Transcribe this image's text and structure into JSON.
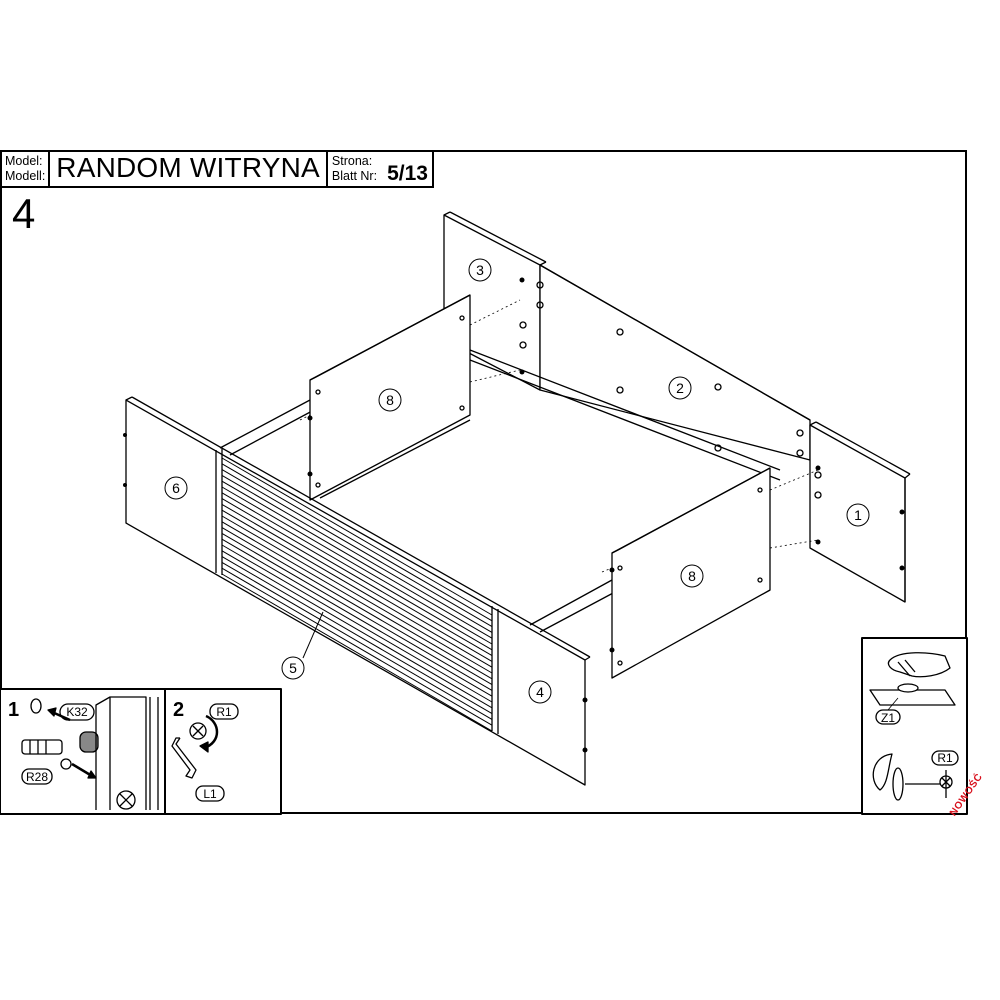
{
  "header": {
    "model_label_1": "Model:",
    "model_label_2": "Modell:",
    "model_name": "RANDOM WITRYNA",
    "page_label_1": "Strona:",
    "page_label_2": "Blatt Nr:",
    "page_number": "5/13"
  },
  "step_number": "4",
  "parts": {
    "p1": "1",
    "p2": "2",
    "p3": "3",
    "p4": "4",
    "p5": "5",
    "p6": "6",
    "p8a": "8",
    "p8b": "8"
  },
  "inset_left": {
    "step1": "1",
    "k32": "K32",
    "r28": "R28",
    "step2": "2",
    "r1": "R1",
    "l1": "L1"
  },
  "inset_right": {
    "z1": "Z1",
    "r1": "R1"
  },
  "stamp": "NOWOŚĆ",
  "colors": {
    "line": "#000000",
    "stamp": "#d8101c",
    "panel": "#ffffff"
  }
}
